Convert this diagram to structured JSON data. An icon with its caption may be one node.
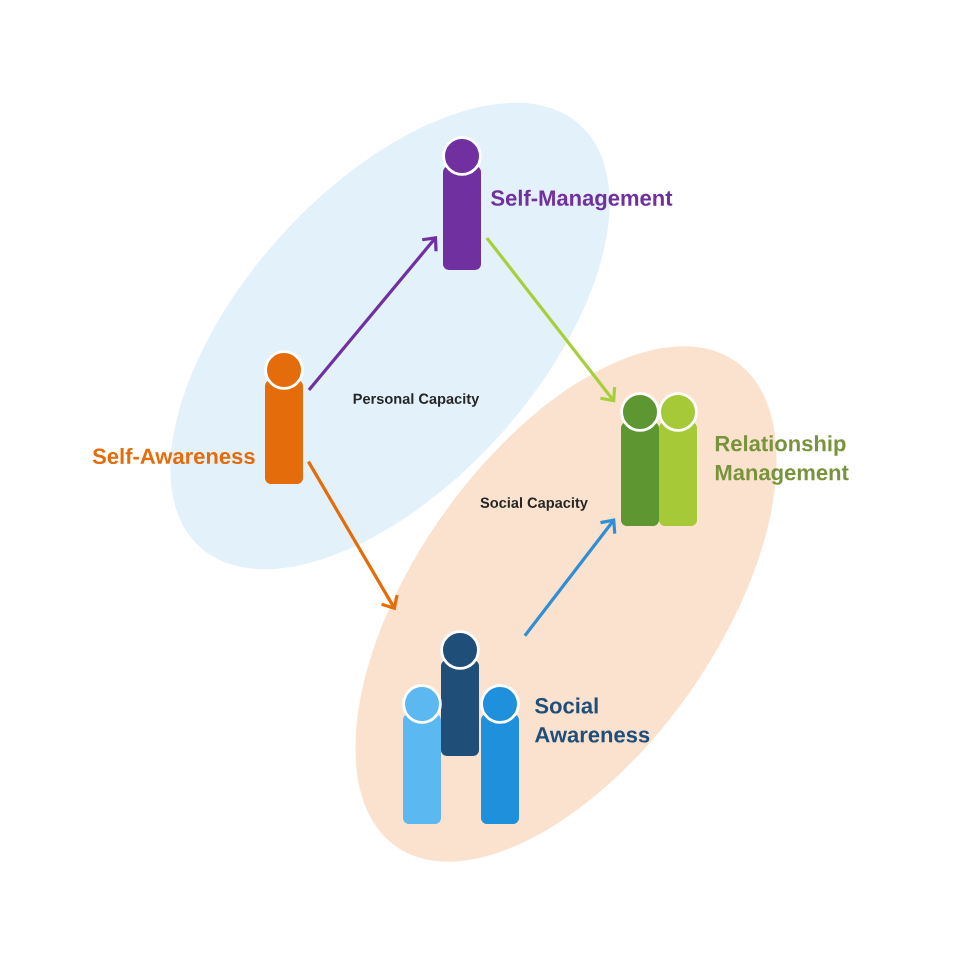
{
  "diagram": {
    "nodes": [
      {
        "text": [
          "Personal Capacity"
        ]
      },
      {
        "text": [],
        "shape": "person",
        "beside": [
          "Self-Management"
        ],
        "in": 0
      },
      {
        "text": [],
        "shape": "person",
        "beside": [
          "Self-Awareness"
        ],
        "in": 0
      },
      {
        "text": [
          "Social Capacity"
        ]
      },
      {
        "text": [],
        "shape": "person",
        "beside": [
          "Relationship Management"
        ],
        "in": 3
      },
      {
        "text": [],
        "shape": "person",
        "beside": [
          "Social Awareness"
        ],
        "in": 3
      }
    ],
    "edges": [
      {
        "from": 2,
        "to": 1,
        "arrow": "to",
        "color": "#7030a0"
      },
      {
        "from": 1,
        "to": 4,
        "arrow": "to",
        "color": "#a6cf3c"
      },
      {
        "from": 2,
        "to": 5,
        "arrow": "to",
        "color": "#e46c0a"
      },
      {
        "from": 5,
        "to": 4,
        "arrow": "to",
        "color": "#2e8fd6"
      }
    ]
  }
}
